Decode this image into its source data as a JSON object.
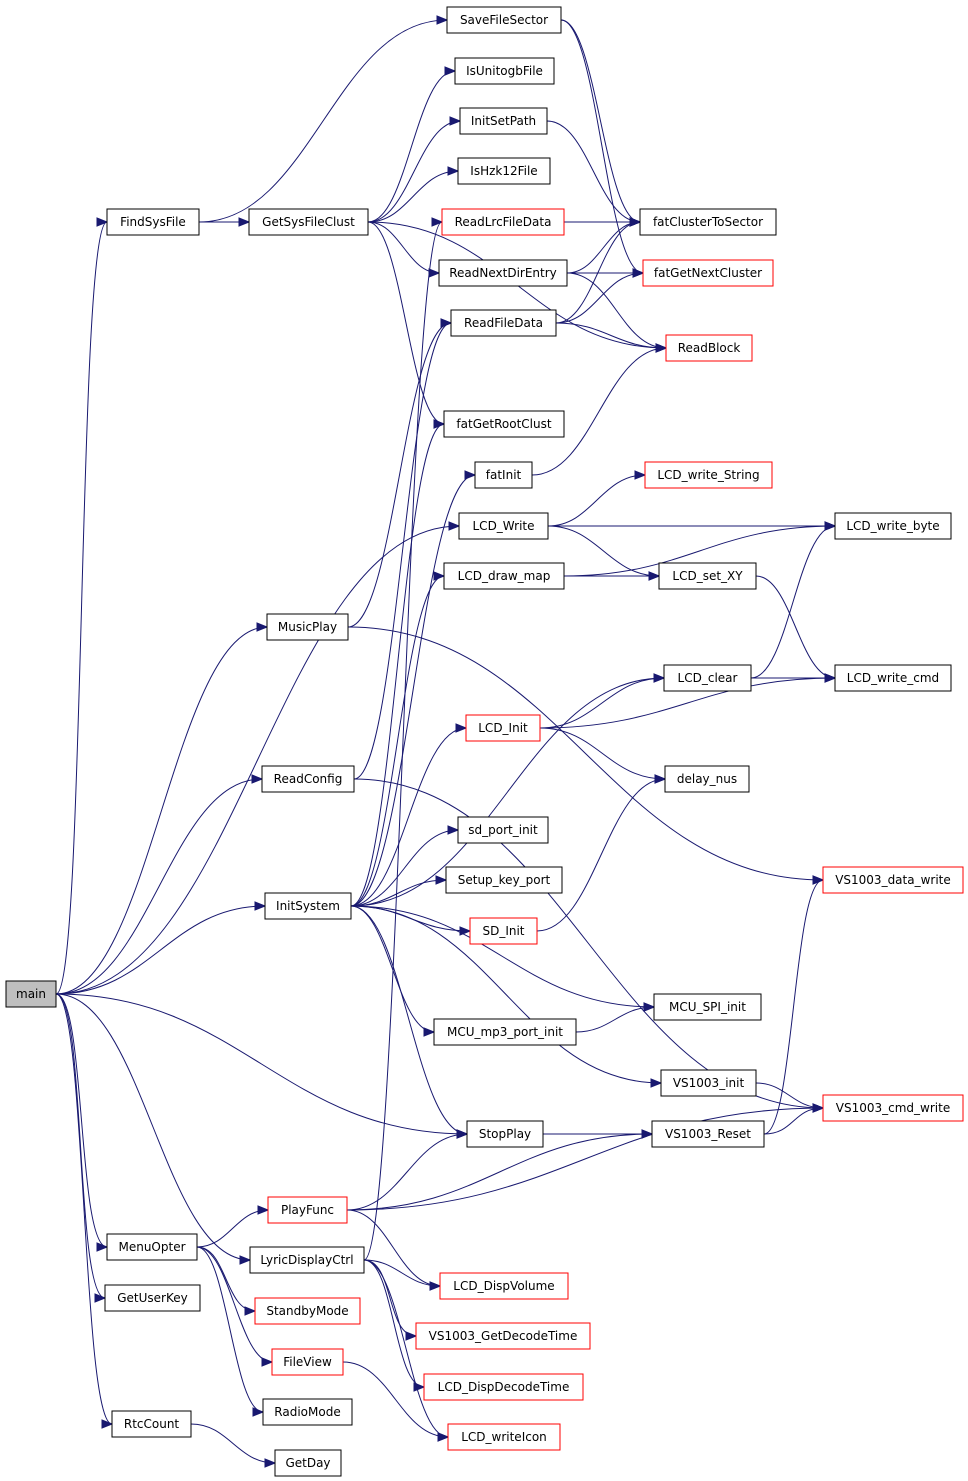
{
  "graph_type": "call graph",
  "colors": {
    "edge": "#191970",
    "undocumented_border": "#ff0000",
    "documented_border": "#000000",
    "root_fill": "#bfbfbf"
  },
  "nodes": {
    "SaveFileSector": {
      "label": "SaveFileSector",
      "style": "normal"
    },
    "IsUnitogbFile": {
      "label": "IsUnitogbFile",
      "style": "normal"
    },
    "InitSetPath": {
      "label": "InitSetPath",
      "style": "normal"
    },
    "IsHzk12File": {
      "label": "IsHzk12File",
      "style": "normal"
    },
    "FindSysFile": {
      "label": "FindSysFile",
      "style": "normal"
    },
    "GetSysFileClust": {
      "label": "GetSysFileClust",
      "style": "normal"
    },
    "ReadLrcFileData": {
      "label": "ReadLrcFileData",
      "style": "undoc"
    },
    "fatClusterToSector": {
      "label": "fatClusterToSector",
      "style": "normal"
    },
    "ReadNextDirEntry": {
      "label": "ReadNextDirEntry",
      "style": "normal"
    },
    "fatGetNextCluster": {
      "label": "fatGetNextCluster",
      "style": "undoc"
    },
    "ReadFileData": {
      "label": "ReadFileData",
      "style": "normal"
    },
    "ReadBlock": {
      "label": "ReadBlock",
      "style": "undoc"
    },
    "fatGetRootClust": {
      "label": "fatGetRootClust",
      "style": "normal"
    },
    "fatInit": {
      "label": "fatInit",
      "style": "normal"
    },
    "LCD_write_String": {
      "label": "LCD_write_String",
      "style": "undoc"
    },
    "LCD_Write": {
      "label": "LCD_Write",
      "style": "normal"
    },
    "LCD_write_byte": {
      "label": "LCD_write_byte",
      "style": "normal"
    },
    "LCD_draw_map": {
      "label": "LCD_draw_map",
      "style": "normal"
    },
    "LCD_set_XY": {
      "label": "LCD_set_XY",
      "style": "normal"
    },
    "MusicPlay": {
      "label": "MusicPlay",
      "style": "normal"
    },
    "LCD_clear": {
      "label": "LCD_clear",
      "style": "normal"
    },
    "LCD_write_cmd": {
      "label": "LCD_write_cmd",
      "style": "normal"
    },
    "LCD_Init": {
      "label": "LCD_Init",
      "style": "undoc"
    },
    "ReadConfig": {
      "label": "ReadConfig",
      "style": "normal"
    },
    "delay_nus": {
      "label": "delay_nus",
      "style": "normal"
    },
    "sd_port_init": {
      "label": "sd_port_init",
      "style": "normal"
    },
    "Setup_key_port": {
      "label": "Setup_key_port",
      "style": "normal"
    },
    "VS1003_data_write": {
      "label": "VS1003_data_write",
      "style": "undoc"
    },
    "InitSystem": {
      "label": "InitSystem",
      "style": "normal"
    },
    "SD_Init": {
      "label": "SD_Init",
      "style": "undoc"
    },
    "main": {
      "label": "main",
      "style": "root"
    },
    "MCU_SPI_init": {
      "label": "MCU_SPI_init",
      "style": "normal"
    },
    "MCU_mp3_port_init": {
      "label": "MCU_mp3_port_init",
      "style": "normal"
    },
    "VS1003_init": {
      "label": "VS1003_init",
      "style": "normal"
    },
    "VS1003_cmd_write": {
      "label": "VS1003_cmd_write",
      "style": "undoc"
    },
    "StopPlay": {
      "label": "StopPlay",
      "style": "normal"
    },
    "VS1003_Reset": {
      "label": "VS1003_Reset",
      "style": "normal"
    },
    "PlayFunc": {
      "label": "PlayFunc",
      "style": "undoc"
    },
    "MenuOpter": {
      "label": "MenuOpter",
      "style": "normal"
    },
    "LyricDisplayCtrl": {
      "label": "LyricDisplayCtrl",
      "style": "normal"
    },
    "LCD_DispVolume": {
      "label": "LCD_DispVolume",
      "style": "undoc"
    },
    "GetUserKey": {
      "label": "GetUserKey",
      "style": "normal"
    },
    "StandbyMode": {
      "label": "StandbyMode",
      "style": "undoc"
    },
    "VS1003_GetDecodeTime": {
      "label": "VS1003_GetDecodeTime",
      "style": "undoc"
    },
    "FileView": {
      "label": "FileView",
      "style": "undoc"
    },
    "LCD_DispDecodeTime": {
      "label": "LCD_DispDecodeTime",
      "style": "undoc"
    },
    "RadioMode": {
      "label": "RadioMode",
      "style": "normal"
    },
    "RtcCount": {
      "label": "RtcCount",
      "style": "normal"
    },
    "LCD_writeIcon": {
      "label": "LCD_writeIcon",
      "style": "undoc"
    },
    "GetDay": {
      "label": "GetDay",
      "style": "normal"
    }
  },
  "edges": [
    [
      "main",
      "FindSysFile"
    ],
    [
      "main",
      "LCD_Write"
    ],
    [
      "main",
      "MusicPlay"
    ],
    [
      "main",
      "ReadConfig"
    ],
    [
      "main",
      "InitSystem"
    ],
    [
      "main",
      "StopPlay"
    ],
    [
      "main",
      "LyricDisplayCtrl"
    ],
    [
      "main",
      "MenuOpter"
    ],
    [
      "main",
      "GetUserKey"
    ],
    [
      "main",
      "RtcCount"
    ],
    [
      "FindSysFile",
      "SaveFileSector"
    ],
    [
      "FindSysFile",
      "GetSysFileClust"
    ],
    [
      "GetSysFileClust",
      "IsUnitogbFile"
    ],
    [
      "GetSysFileClust",
      "InitSetPath"
    ],
    [
      "GetSysFileClust",
      "IsHzk12File"
    ],
    [
      "GetSysFileClust",
      "ReadNextDirEntry"
    ],
    [
      "GetSysFileClust",
      "fatGetRootClust"
    ],
    [
      "GetSysFileClust",
      "ReadBlock"
    ],
    [
      "SaveFileSector",
      "fatClusterToSector"
    ],
    [
      "SaveFileSector",
      "fatGetNextCluster"
    ],
    [
      "InitSetPath",
      "fatClusterToSector"
    ],
    [
      "ReadLrcFileData",
      "fatClusterToSector"
    ],
    [
      "ReadNextDirEntry",
      "fatClusterToSector"
    ],
    [
      "ReadNextDirEntry",
      "fatGetNextCluster"
    ],
    [
      "ReadNextDirEntry",
      "ReadBlock"
    ],
    [
      "ReadFileData",
      "fatClusterToSector"
    ],
    [
      "ReadFileData",
      "fatGetNextCluster"
    ],
    [
      "ReadFileData",
      "ReadBlock"
    ],
    [
      "fatInit",
      "ReadBlock"
    ],
    [
      "LCD_Write",
      "LCD_write_String"
    ],
    [
      "LCD_Write",
      "LCD_write_byte"
    ],
    [
      "LCD_Write",
      "LCD_set_XY"
    ],
    [
      "LCD_draw_map",
      "LCD_write_byte"
    ],
    [
      "LCD_draw_map",
      "LCD_set_XY"
    ],
    [
      "LCD_set_XY",
      "LCD_write_cmd"
    ],
    [
      "LCD_clear",
      "LCD_write_byte"
    ],
    [
      "LCD_clear",
      "LCD_write_cmd"
    ],
    [
      "LCD_Init",
      "LCD_clear"
    ],
    [
      "LCD_Init",
      "LCD_write_cmd"
    ],
    [
      "LCD_Init",
      "delay_nus"
    ],
    [
      "MusicPlay",
      "ReadFileData"
    ],
    [
      "MusicPlay",
      "VS1003_data_write"
    ],
    [
      "ReadConfig",
      "ReadFileData"
    ],
    [
      "ReadConfig",
      "VS1003_cmd_write"
    ],
    [
      "SD_Init",
      "delay_nus"
    ],
    [
      "InitSystem",
      "fatGetRootClust"
    ],
    [
      "InitSystem",
      "fatInit"
    ],
    [
      "InitSystem",
      "LCD_draw_map"
    ],
    [
      "InitSystem",
      "LCD_clear"
    ],
    [
      "InitSystem",
      "LCD_Init"
    ],
    [
      "InitSystem",
      "sd_port_init"
    ],
    [
      "InitSystem",
      "Setup_key_port"
    ],
    [
      "InitSystem",
      "SD_Init"
    ],
    [
      "InitSystem",
      "MCU_SPI_init"
    ],
    [
      "InitSystem",
      "MCU_mp3_port_init"
    ],
    [
      "InitSystem",
      "VS1003_init"
    ],
    [
      "InitSystem",
      "StopPlay"
    ],
    [
      "MCU_mp3_port_init",
      "MCU_SPI_init"
    ],
    [
      "VS1003_init",
      "VS1003_cmd_write"
    ],
    [
      "StopPlay",
      "VS1003_Reset"
    ],
    [
      "VS1003_Reset",
      "VS1003_data_write"
    ],
    [
      "VS1003_Reset",
      "VS1003_cmd_write"
    ],
    [
      "PlayFunc",
      "StopPlay"
    ],
    [
      "PlayFunc",
      "VS1003_Reset"
    ],
    [
      "PlayFunc",
      "VS1003_cmd_write"
    ],
    [
      "PlayFunc",
      "LCD_DispVolume"
    ],
    [
      "MenuOpter",
      "PlayFunc"
    ],
    [
      "MenuOpter",
      "StandbyMode"
    ],
    [
      "MenuOpter",
      "FileView"
    ],
    [
      "MenuOpter",
      "RadioMode"
    ],
    [
      "LyricDisplayCtrl",
      "ReadLrcFileData"
    ],
    [
      "LyricDisplayCtrl",
      "LCD_DispVolume"
    ],
    [
      "LyricDisplayCtrl",
      "VS1003_GetDecodeTime"
    ],
    [
      "LyricDisplayCtrl",
      "LCD_DispDecodeTime"
    ],
    [
      "LyricDisplayCtrl",
      "LCD_writeIcon"
    ],
    [
      "FileView",
      "LCD_writeIcon"
    ],
    [
      "RtcCount",
      "GetDay"
    ]
  ]
}
